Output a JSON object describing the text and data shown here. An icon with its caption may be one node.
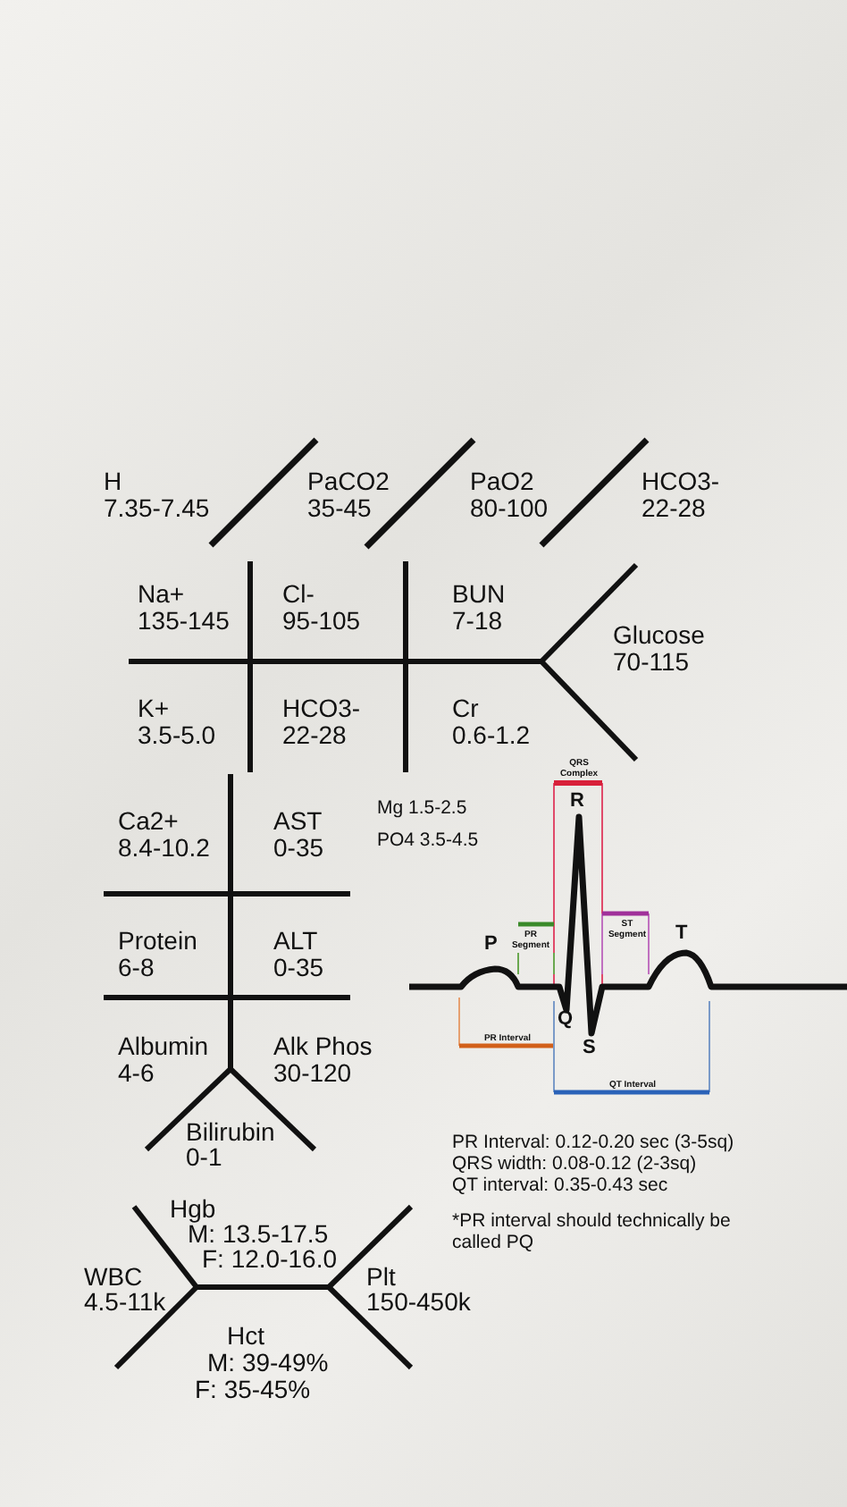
{
  "diagram": {
    "labels": [
      "H",
      "7.35-7.45",
      "PaCO2",
      "35-45",
      "PaO2",
      "80-100",
      "HCO3-",
      "22-28",
      "Na+",
      "135-145",
      "Cl-",
      "95-105",
      "BUN",
      "7-18",
      "Glucose",
      "70-115",
      "K+",
      "3.5-5.0",
      "HCO3-",
      "22-28",
      "Cr",
      "0.6-1.2",
      "Ca2+",
      "8.4-10.2",
      "AST",
      "0-35",
      "Mg 1.5-2.5",
      "PO4 3.5-4.5",
      "Protein",
      "6-8",
      "ALT",
      "0-35",
      "Albumin",
      "4-6",
      "Alk Phos",
      "30-120",
      "Bilirubin",
      "0-1",
      "Hgb",
      "M: 13.5-17.5",
      "F: 12.0-16.0",
      "WBC",
      "4.5-11k",
      "Plt",
      "150-450k",
      "Hct",
      "M: 39-49%",
      "F: 35-45%",
      "PR Interval: 0.12-0.20 sec (3-5sq)",
      "QRS width: 0.08-0.12 (2-3sq)",
      "QT interval: 0.35-0.43 sec",
      "*PR interval should technically be called PQ",
      "QRS Complex",
      "R",
      "PR Segment",
      "ST Segment",
      "P",
      "T",
      "Q",
      "S",
      "PR Interval",
      "QT Interval"
    ]
  }
}
